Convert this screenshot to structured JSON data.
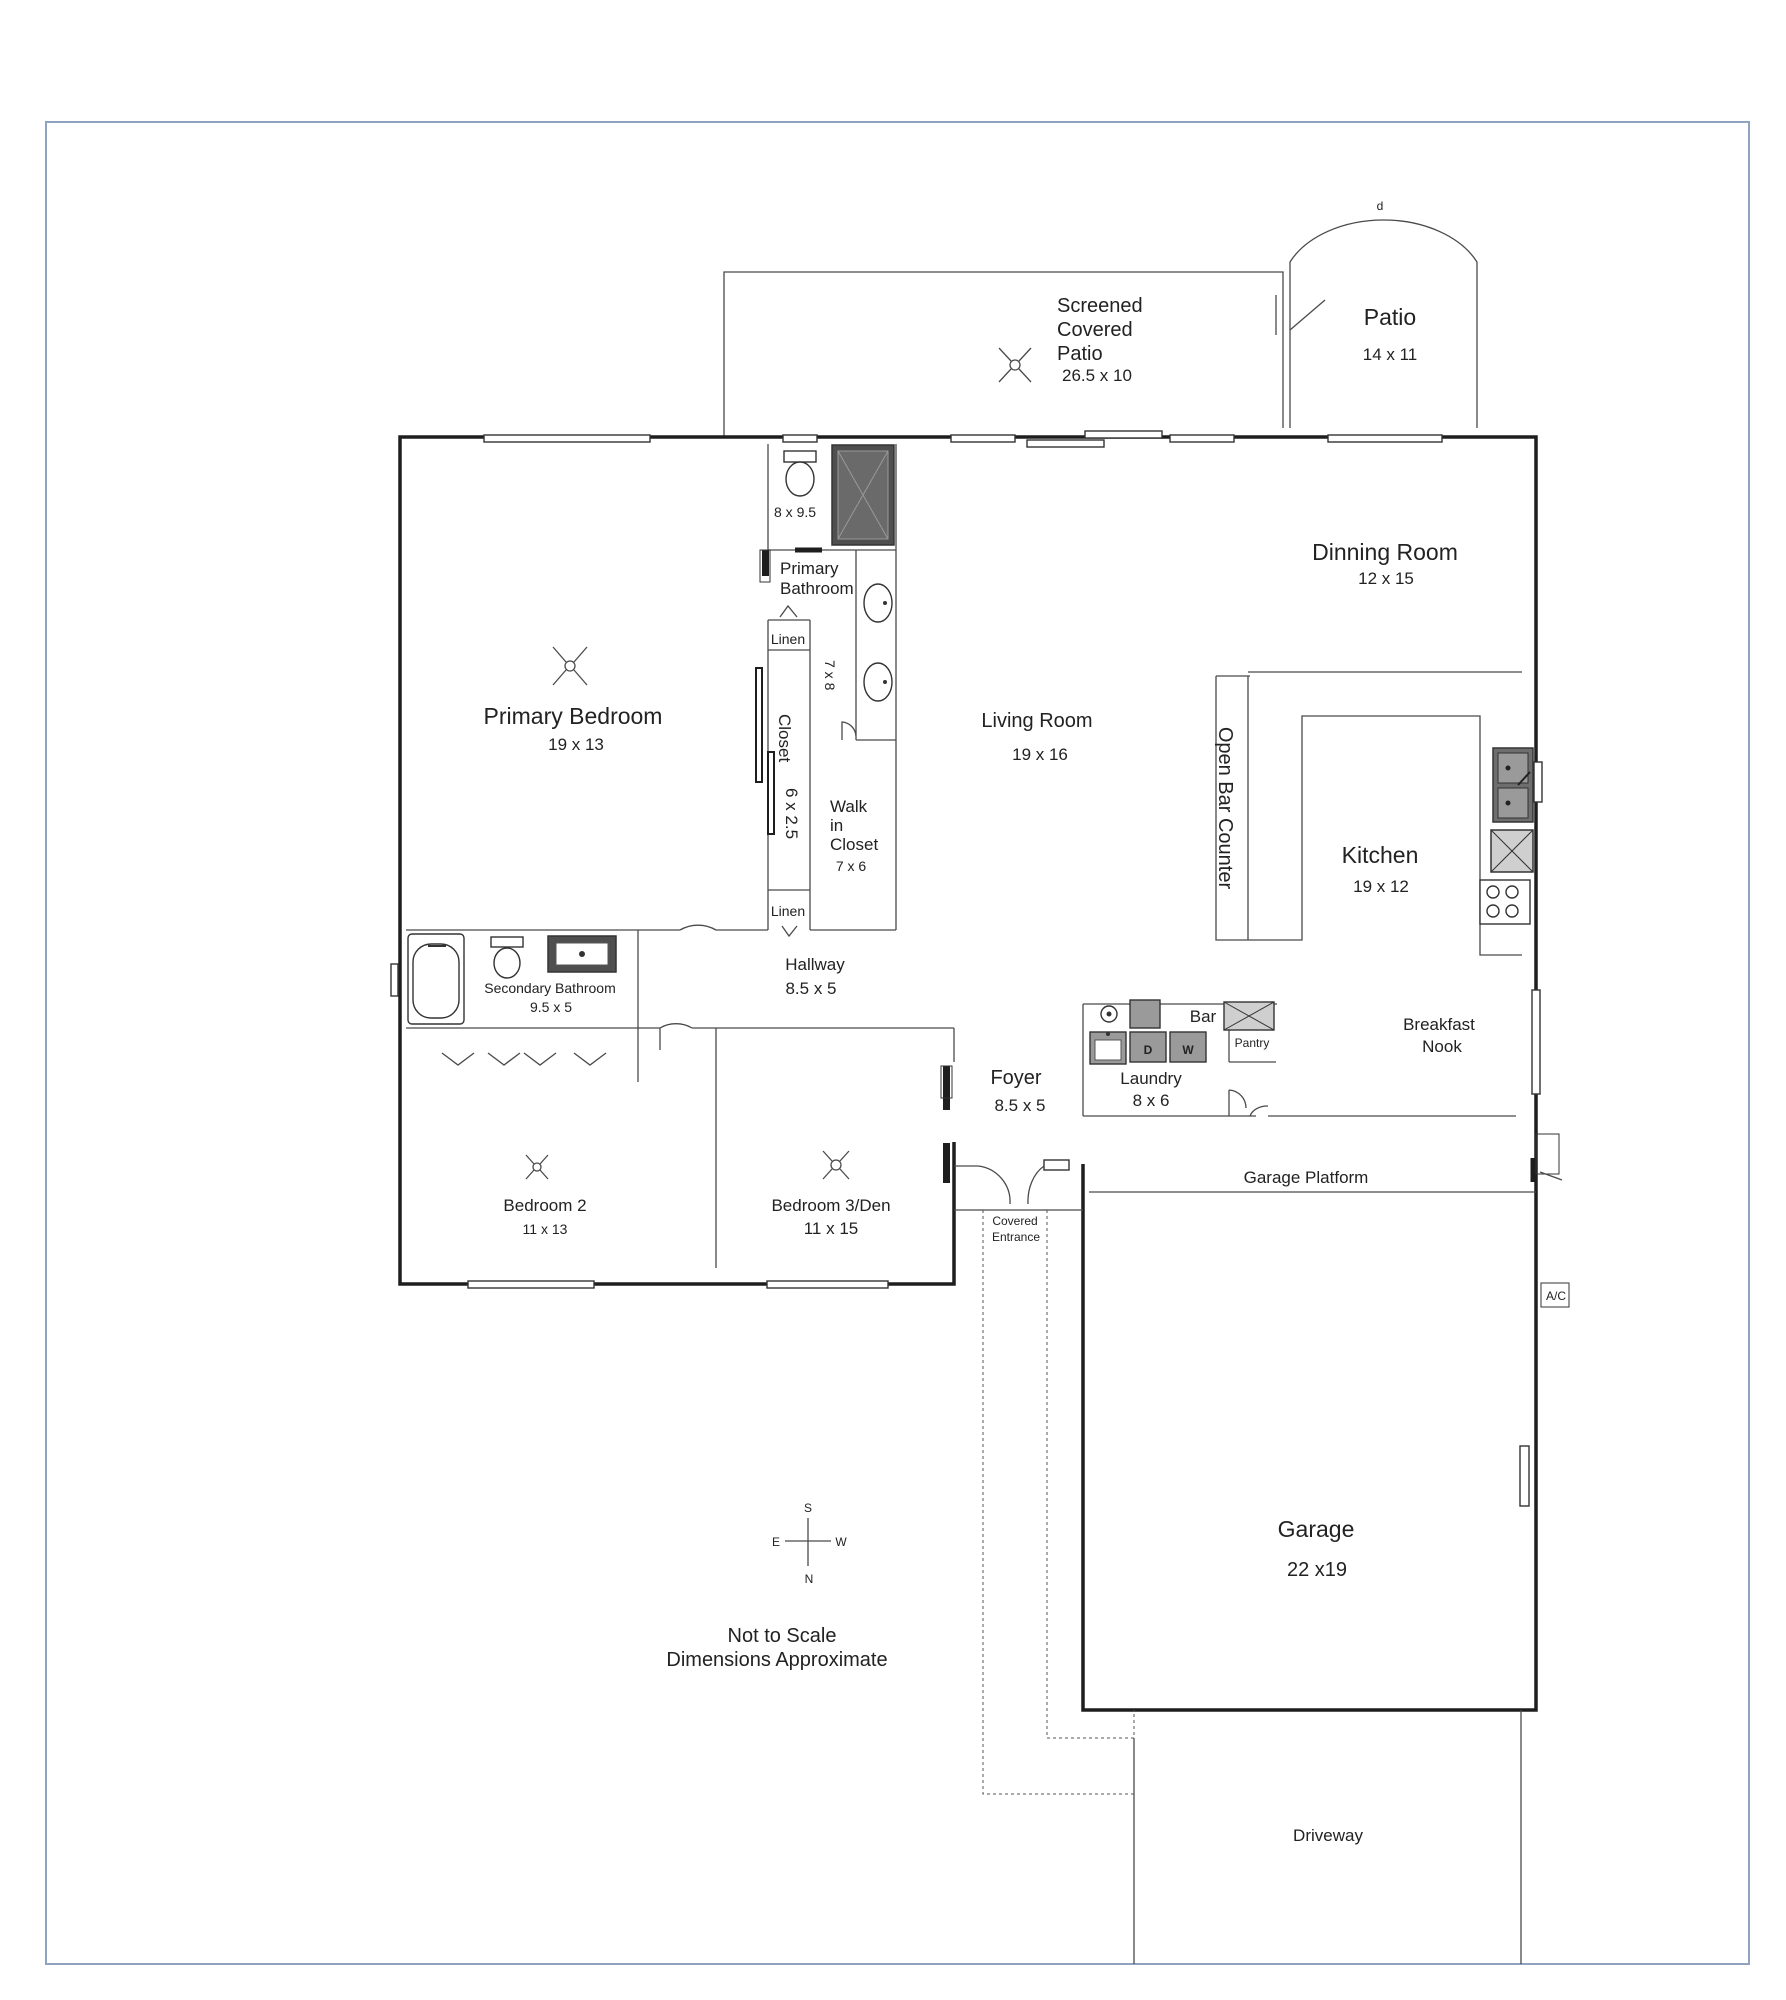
{
  "rooms": {
    "screened_patio": {
      "line1": "Screened",
      "line2": "Covered",
      "line3": "Patio",
      "dims": "26.5 x 10"
    },
    "patio": {
      "name": "Patio",
      "dims": "14 x 11"
    },
    "primary_bath": {
      "dims": "8 x 9.5",
      "line1": "Primary",
      "line2": "Bathroom"
    },
    "vanity": {
      "dims": "7 x 8"
    },
    "linen_top": {
      "name": "Linen"
    },
    "linen_bottom": {
      "name": "Linen"
    },
    "closet": {
      "name": "Closet",
      "dims": "6 x 2.5"
    },
    "walk_in": {
      "line1": "Walk",
      "line2": "in",
      "line3": "Closet",
      "dims": "7 x 6"
    },
    "primary_bedroom": {
      "name": "Primary Bedroom",
      "dims": "19 x 13"
    },
    "living_room": {
      "name": "Living Room",
      "dims": "19 x 16"
    },
    "dinning_room": {
      "name": "Dinning Room",
      "dims": "12 x 15"
    },
    "open_bar_counter": {
      "name": "Open Bar Counter"
    },
    "kitchen": {
      "name": "Kitchen",
      "dims": "19 x 12"
    },
    "secondary_bath": {
      "name": "Secondary Bathroom",
      "dims": "9.5 x 5"
    },
    "hallway": {
      "name": "Hallway",
      "dims": "8.5 x 5"
    },
    "bar": {
      "name": "Bar"
    },
    "pantry": {
      "name": "Pantry"
    },
    "laundry": {
      "name": "Laundry",
      "dims": "8 x 6",
      "dryer": "D",
      "washer": "W"
    },
    "breakfast_nook": {
      "line1": "Breakfast",
      "line2": "Nook"
    },
    "foyer": {
      "name": "Foyer",
      "dims": "8.5 x 5"
    },
    "garage_platform": {
      "name": "Garage Platform"
    },
    "bedroom2": {
      "name": "Bedroom 2",
      "dims": "11 x 13"
    },
    "bedroom3": {
      "name": "Bedroom 3/Den",
      "dims": "11 x 15"
    },
    "covered_entrance": {
      "line1": "Covered",
      "line2": "Entrance"
    },
    "ac": {
      "name": "A/C"
    },
    "garage": {
      "name": "Garage",
      "dims": "22 x19"
    },
    "driveway": {
      "name": "Driveway"
    }
  },
  "compass": {
    "s": "S",
    "e": "E",
    "w": "W",
    "n": "N"
  },
  "notes": {
    "line1": "Not to Scale",
    "line2": "Dimensions Approximate"
  },
  "door_mark": "d",
  "colors": {
    "wall": "#1e1e1e",
    "frame": "#8fa3c0",
    "fixture_dark": "#6e6e6e"
  }
}
